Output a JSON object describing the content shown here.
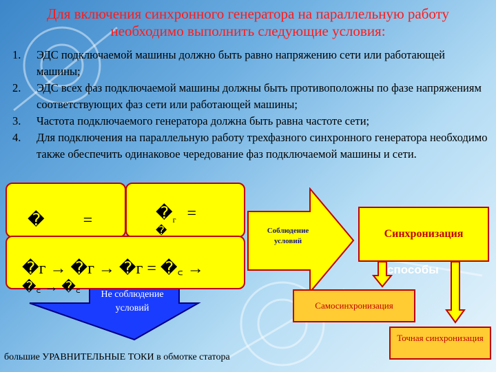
{
  "title": "Для включения синхронного генератора на параллельную работу необходимо выполнить следующие условия:",
  "conditions": [
    {
      "num": "1.",
      "text": "ЭДС подключаемой машины должно быть равно напряжению сети или работающей машины;"
    },
    {
      "num": "2.",
      "text": "ЭДС всех фаз подключаемой машины должны быть противоположны по фазе напряжениям соответствующих фаз сети или работающей машины;"
    },
    {
      "num": "3.",
      "text": "Частота подключаемого генератора должна быть равна частоте сети;"
    },
    {
      "num": "4.",
      "text": "Для подключения на параллельную работу трехфазного синхронного генератора необходимо также обеспечить одинаковое чередование фаз подключаемой машины и сети."
    }
  ],
  "formula1": {
    "left": "�",
    "eq": "="
  },
  "formula2": {
    "left": "�",
    "sub": "г",
    "eq": "=",
    "right": "�"
  },
  "formula3": {
    "line1": "�г → �г → �г = �꜀ →",
    "line2": "�꜀ → �꜀"
  },
  "arrow_right_label": "Соблюдение условий",
  "arrow_down_label": "Не соблюдение условий",
  "sync_label": "Синхронизация",
  "methods_label": "способы",
  "self_sync_label": "Самосинхронизация",
  "exact_sync_label": "Точная синхронизация",
  "bottom_note": "большие  УРАВНИТЕЛЬНЫЕ ТОКИ в обмотке статора",
  "colors": {
    "title": "#ff1a1a",
    "box_fill": "#ffff00",
    "box_border": "#c00000",
    "arrow_blue": "#1a3cff",
    "orange": "#ffcc33"
  }
}
